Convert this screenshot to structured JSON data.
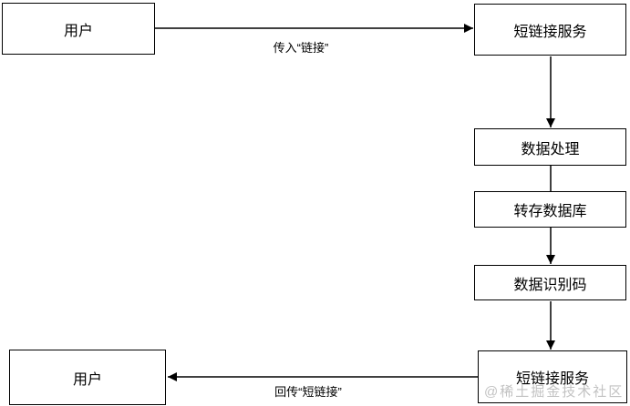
{
  "diagram": {
    "title": "short-link service flowchart",
    "background_color": "#ffffff",
    "stroke_color": "#000000",
    "nodes": [
      {
        "id": "user-top",
        "label": "用户"
      },
      {
        "id": "shortlink-service-top",
        "label": "短链接服务"
      },
      {
        "id": "data-processing",
        "label": "数据处理"
      },
      {
        "id": "save-to-database",
        "label": "转存数据库"
      },
      {
        "id": "data-identifier",
        "label": "数据识别码"
      },
      {
        "id": "shortlink-service-bottom",
        "label": "短链接服务"
      },
      {
        "id": "user-bottom",
        "label": "用户"
      }
    ],
    "edges": [
      {
        "from": "user-top",
        "to": "shortlink-service-top",
        "label": "传入“链接”",
        "direction": "right",
        "arrowhead": true
      },
      {
        "from": "shortlink-service-top",
        "to": "data-processing",
        "label": "",
        "direction": "down",
        "arrowhead": true
      },
      {
        "from": "data-processing",
        "to": "save-to-database",
        "label": "",
        "direction": "down",
        "arrowhead": false
      },
      {
        "from": "save-to-database",
        "to": "data-identifier",
        "label": "",
        "direction": "down",
        "arrowhead": true
      },
      {
        "from": "data-identifier",
        "to": "shortlink-service-bottom",
        "label": "",
        "direction": "down",
        "arrowhead": true
      },
      {
        "from": "shortlink-service-bottom",
        "to": "user-bottom",
        "label": "回传“短链接”",
        "direction": "left",
        "arrowhead": true
      }
    ],
    "watermark": {
      "text": "@稀土掘金技术社区",
      "color": "#c2c2c2"
    }
  }
}
